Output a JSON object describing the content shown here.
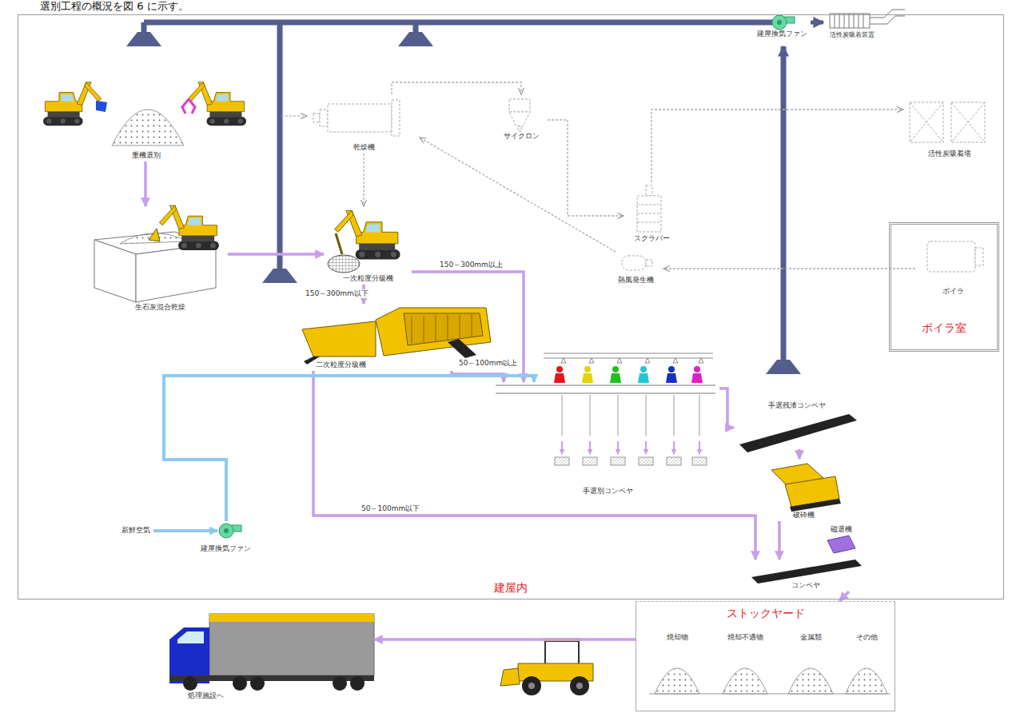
{
  "diagram": {
    "nodes": [
      {
        "text": [
          "建屋内"
        ]
      },
      {
        "text": [
          "重機選別"
        ],
        "in": 0
      },
      {
        "text": [
          "乾燥機"
        ],
        "in": 0
      },
      {
        "text": [
          "サイクロン"
        ],
        "in": 0
      },
      {
        "text": [
          "建屋換気ファン"
        ],
        "in": 0
      },
      {
        "text": [
          "活性炭吸着装置"
        ]
      },
      {
        "text": [
          "生石灰混合乾燥"
        ],
        "in": 0
      },
      {
        "text": [
          "一次粒度分級機"
        ],
        "in": 0
      },
      {
        "text": [
          "スクラバー"
        ],
        "in": 0
      },
      {
        "text": [
          "熱風発生機"
        ],
        "in": 0
      },
      {
        "text": [
          "活性炭吸着塔"
        ],
        "in": 0
      },
      {
        "text": [
          "ボイラ室"
        ],
        "in": 0
      },
      {
        "text": [
          "ボイラ"
        ],
        "in": 11
      },
      {
        "text": [
          "二次粒度分級機"
        ],
        "in": 0
      },
      {
        "text": [
          "手選別コンベヤ"
        ],
        "in": 0
      },
      {
        "text": [
          "手選残渣コンベヤ"
        ],
        "in": 0
      },
      {
        "text": [
          "破砕機"
        ],
        "in": 0
      },
      {
        "text": [
          "建屋換気ファン"
        ],
        "in": 0
      },
      {
        "text": [
          "磁選機"
        ],
        "in": 0
      },
      {
        "text": [
          "コンベヤ"
        ],
        "in": 0
      },
      {
        "text": [
          "ストックヤード"
        ]
      },
      {
        "text": [
          "焼却物"
        ],
        "in": 20
      },
      {
        "text": [
          "焼却不適物"
        ],
        "in": 20
      },
      {
        "text": [
          "金属類"
        ],
        "in": 20
      },
      {
        "text": [
          "その他"
        ],
        "in": 20
      },
      {
        "text": [
          "処理施設へ"
        ]
      }
    ],
    "edges": [
      {
        "from": 1,
        "to": 6,
        "arrow": "to"
      },
      {
        "from": 6,
        "to": 7,
        "arrow": "to"
      },
      {
        "from": 7,
        "to": 13,
        "label": "150～300mm以下",
        "arrow": "to"
      },
      {
        "from": 7,
        "to": 14,
        "label": "150～300mm以上",
        "arrow": "to"
      },
      {
        "from": 13,
        "to": 14,
        "label": "50～100mm以上",
        "arrow": "to"
      },
      {
        "from": 13,
        "to": 19,
        "label": "50～100mm以下",
        "arrow": "to"
      },
      {
        "from": 14,
        "to": 15,
        "arrow": "to"
      },
      {
        "from": 15,
        "to": 16,
        "arrow": "to"
      },
      {
        "from": 16,
        "to": 19,
        "arrow": "to"
      },
      {
        "from": 19,
        "to": 20,
        "arrow": "to"
      },
      {
        "from": 20,
        "to": 25,
        "arrow": "to"
      },
      {
        "from": 2,
        "to": 7,
        "arrow": "to"
      },
      {
        "from": 2,
        "to": 3,
        "arrow": "to"
      },
      {
        "from": 3,
        "to": 8,
        "arrow": "to"
      },
      {
        "from": 8,
        "to": 10,
        "arrow": "to"
      },
      {
        "from": 9,
        "to": 2,
        "arrow": "to"
      },
      {
        "from": 12,
        "to": 9,
        "arrow": "to"
      },
      {
        "from": 17,
        "to": 14,
        "arrow": "to"
      },
      {
        "from": 4,
        "to": 5,
        "arrow": "to"
      }
    ],
    "labels": [
      "選別工程の概況を図 6 に示す。",
      "新鮮空気"
    ]
  }
}
